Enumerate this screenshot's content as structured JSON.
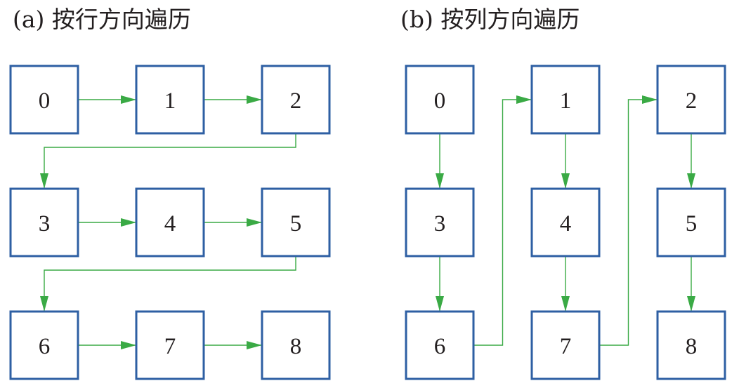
{
  "colors": {
    "box_stroke": "#2e5fa3",
    "arrow": "#3aaa45",
    "text": "#231f20"
  },
  "captions": {
    "a": "(a) 按行方向遍历",
    "b": "(b) 按列方向遍历"
  },
  "grid": {
    "rows": 3,
    "cols": 3,
    "labels": [
      "0",
      "1",
      "2",
      "3",
      "4",
      "5",
      "6",
      "7",
      "8"
    ]
  },
  "traversals": {
    "a": {
      "mode": "row-major",
      "order": [
        0,
        1,
        2,
        3,
        4,
        5,
        6,
        7,
        8
      ]
    },
    "b": {
      "mode": "column-major",
      "order": [
        0,
        3,
        6,
        1,
        4,
        7,
        2,
        5,
        8
      ]
    }
  }
}
